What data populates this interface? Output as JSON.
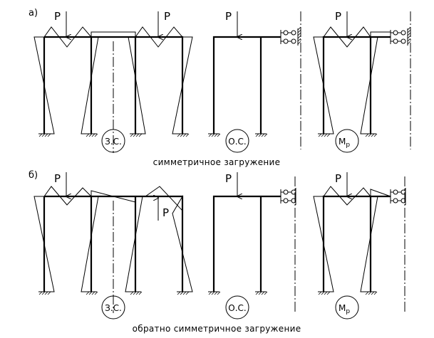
{
  "part_a": {
    "label": "а)",
    "caption": "симметричное загружение",
    "circles": [
      "З.С.",
      "О.С.",
      "Mp"
    ]
  },
  "part_b": {
    "label": "б)",
    "caption": "обратно симметричное загружение",
    "circles": [
      "З.С.",
      "О.С.",
      "Mp"
    ]
  },
  "load_label": "P",
  "moment_subscript": "p"
}
